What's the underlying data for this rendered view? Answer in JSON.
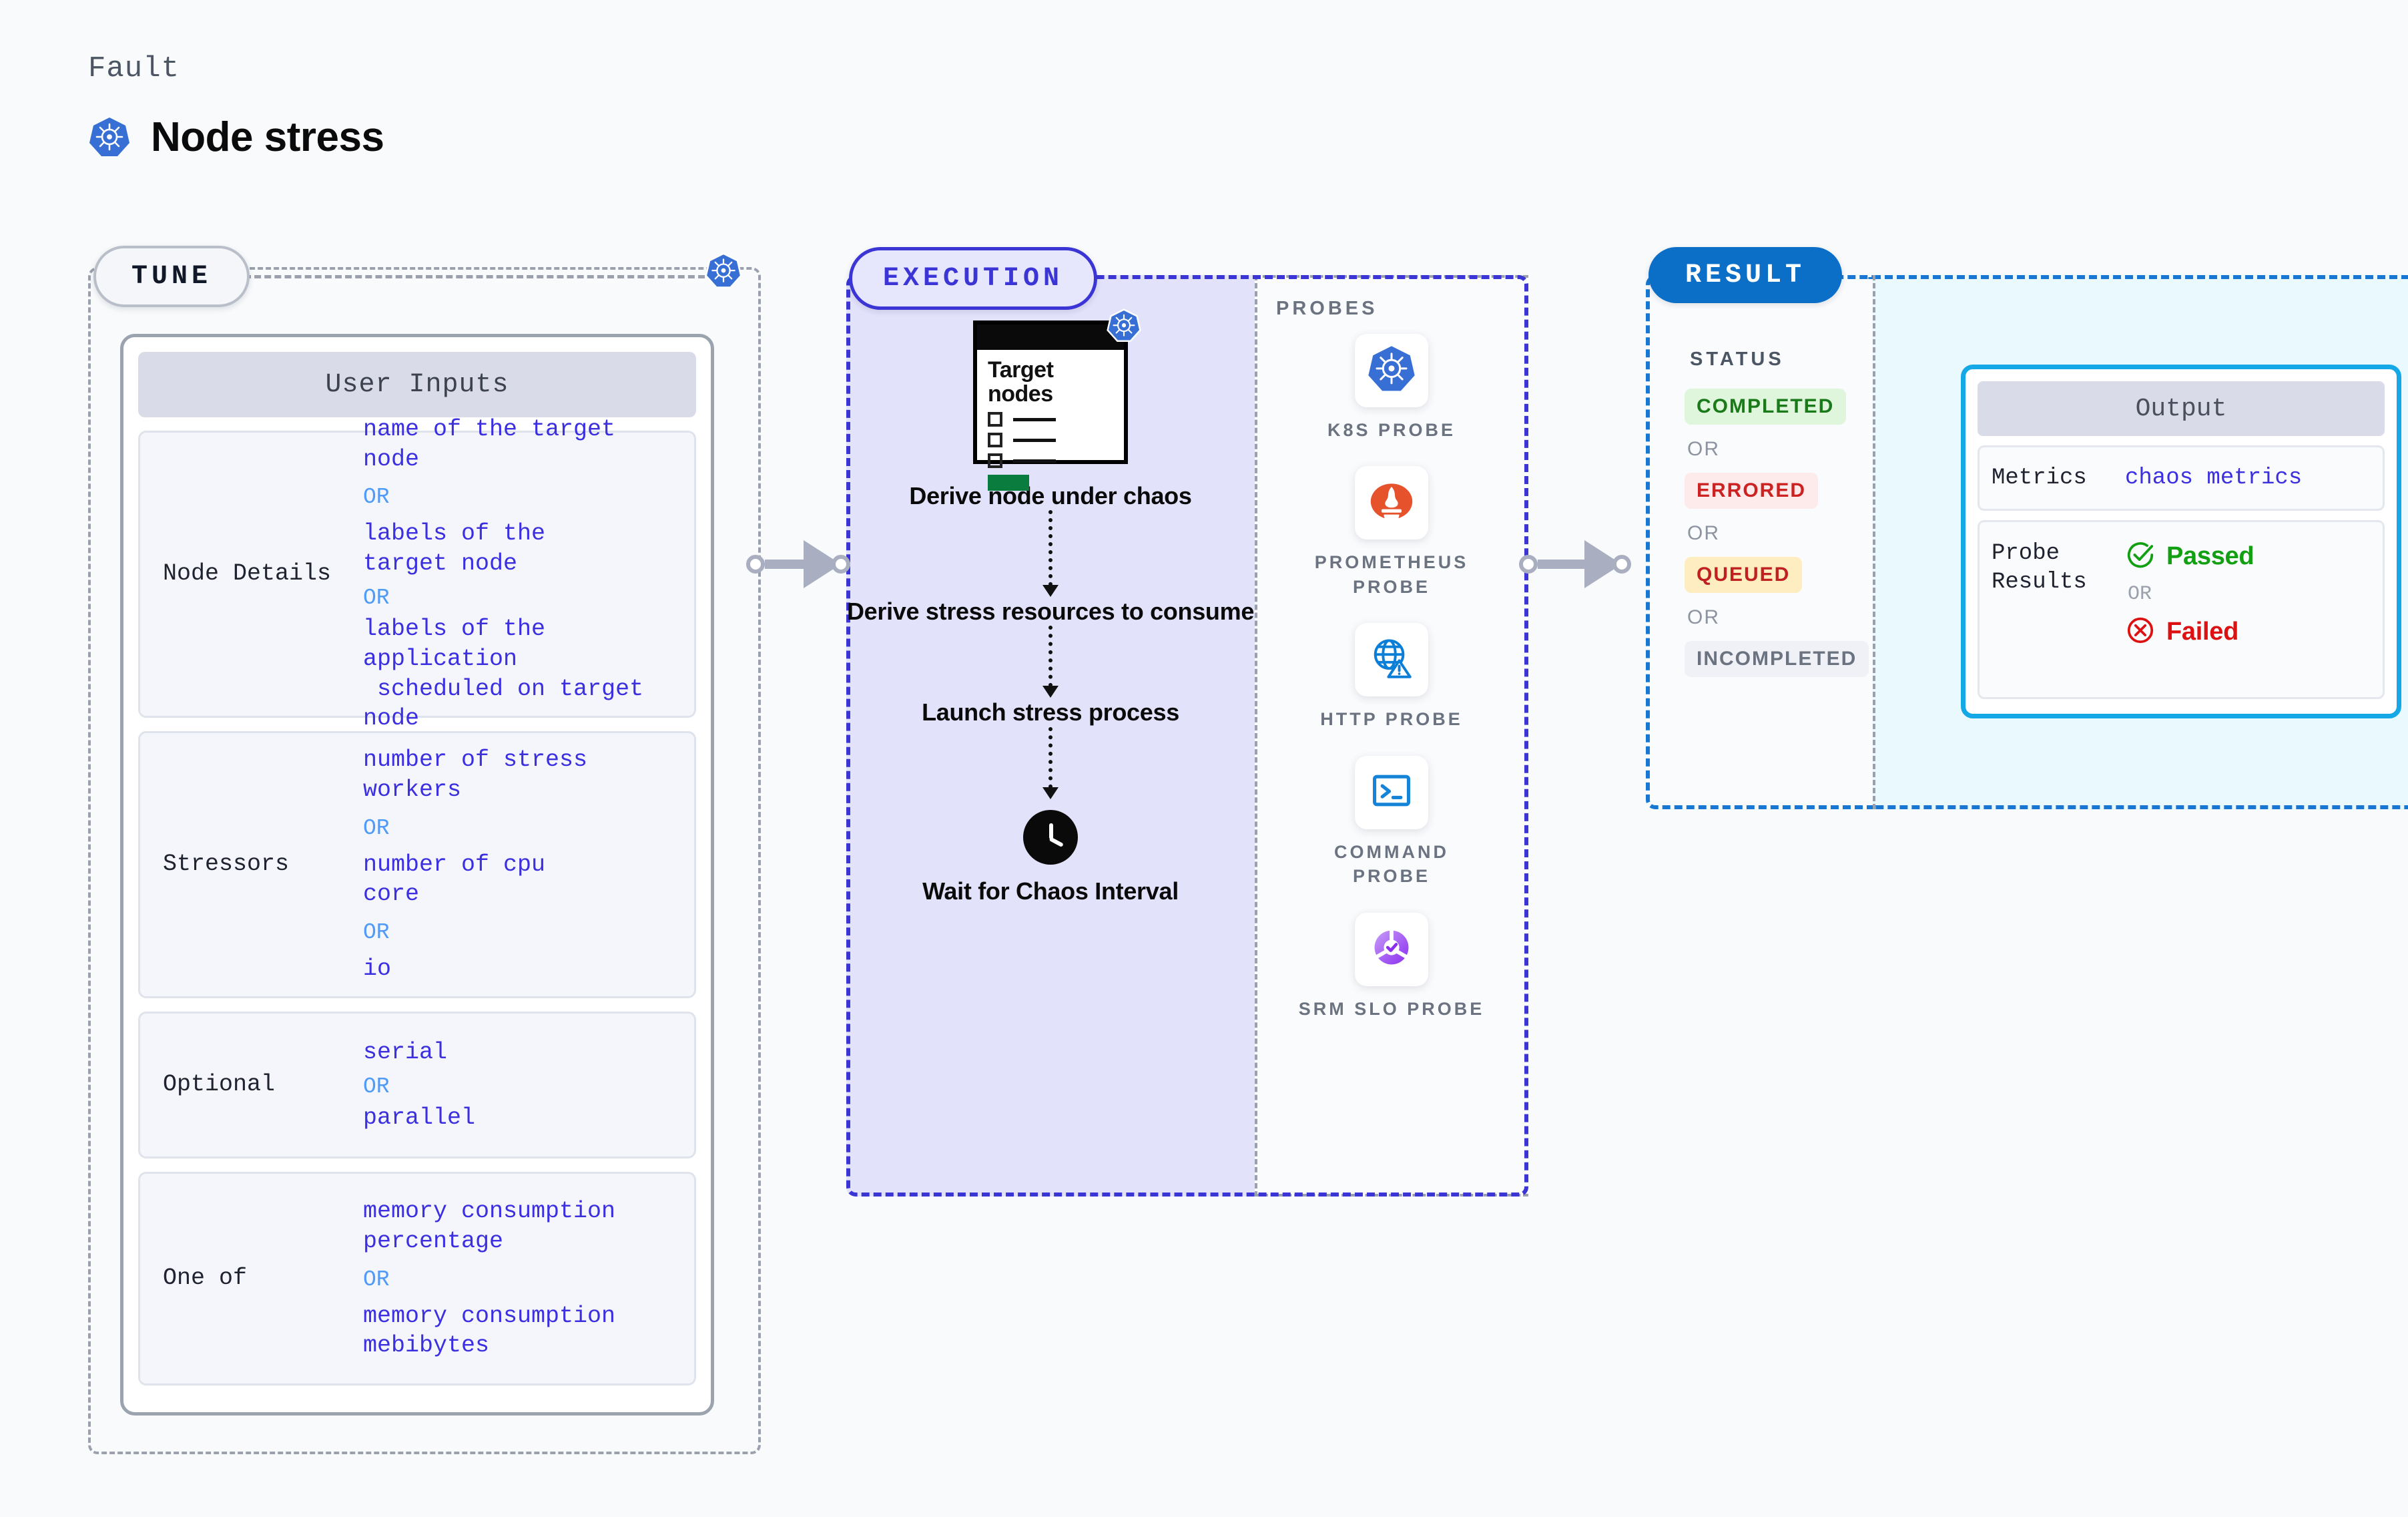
{
  "header": {
    "eyebrow": "Fault",
    "title": "Node stress",
    "icon": "kubernetes-icon"
  },
  "tune": {
    "pill_label": "TUNE",
    "icon": "kubernetes-icon",
    "card_title": "User Inputs",
    "groups": [
      {
        "label": "Node Details",
        "values": [
          "name of the target\nnode",
          "labels of the\ntarget node",
          "labels of the application\n scheduled on target node"
        ],
        "separator": "OR"
      },
      {
        "label": "Stressors",
        "values": [
          "number of stress\nworkers",
          "number of cpu\ncore",
          "io"
        ],
        "separator": "OR"
      },
      {
        "label": "Optional",
        "values": [
          "serial",
          "parallel"
        ],
        "separator": "OR"
      },
      {
        "label": "One of",
        "values": [
          "memory consumption\npercentage",
          "memory consumption\nmebibytes"
        ],
        "separator": "OR"
      }
    ]
  },
  "execution": {
    "pill_label": "EXECUTION",
    "card": {
      "title": "Target\nnodes",
      "icon": "kubernetes-icon"
    },
    "steps": [
      "Derive node under chaos",
      "Derive stress resources to consume",
      "Launch stress process",
      "Wait for Chaos Interval"
    ],
    "clock_icon": "clock-icon",
    "probes_label": "PROBES",
    "probes": [
      {
        "name": "K8S PROBE",
        "icon": "kubernetes-icon"
      },
      {
        "name": "PROMETHEUS PROBE",
        "icon": "prometheus-icon"
      },
      {
        "name": "HTTP PROBE",
        "icon": "globe-warning-icon"
      },
      {
        "name": "COMMAND PROBE",
        "icon": "terminal-icon"
      },
      {
        "name": "SRM SLO PROBE",
        "icon": "srm-slo-icon"
      }
    ]
  },
  "result": {
    "pill_label": "RESULT",
    "status_label": "STATUS",
    "separator": "OR",
    "statuses": [
      {
        "label": "COMPLETED",
        "color": "#1a7a1a",
        "bg": "#dff5dc"
      },
      {
        "label": "ERRORED",
        "color": "#cc2222",
        "bg": "#fdeaea"
      },
      {
        "label": "QUEUED",
        "color": "#c02020",
        "bg": "#fdedc0"
      },
      {
        "label": "INCOMPLETED",
        "color": "#6b7280",
        "bg": "#eff1f6"
      }
    ],
    "output": {
      "title": "Output",
      "metrics_key": "Metrics",
      "metrics_value": "chaos metrics",
      "probe_results_key": "Probe\nResults",
      "passed_label": "Passed",
      "passed_color": "#12a012",
      "failed_label": "Failed",
      "failed_color": "#dd1111",
      "separator": "OR"
    }
  },
  "colors": {
    "background": "#f8fafc",
    "tune_border": "#9aa1ad",
    "execution_border": "#3b35d6",
    "execution_fill": "#e2e2fb",
    "result_border": "#1877d2",
    "result_fill": "#eaf9fe",
    "accent_blue": "#3b2fe0",
    "or_blue": "#4f9bf5"
  }
}
